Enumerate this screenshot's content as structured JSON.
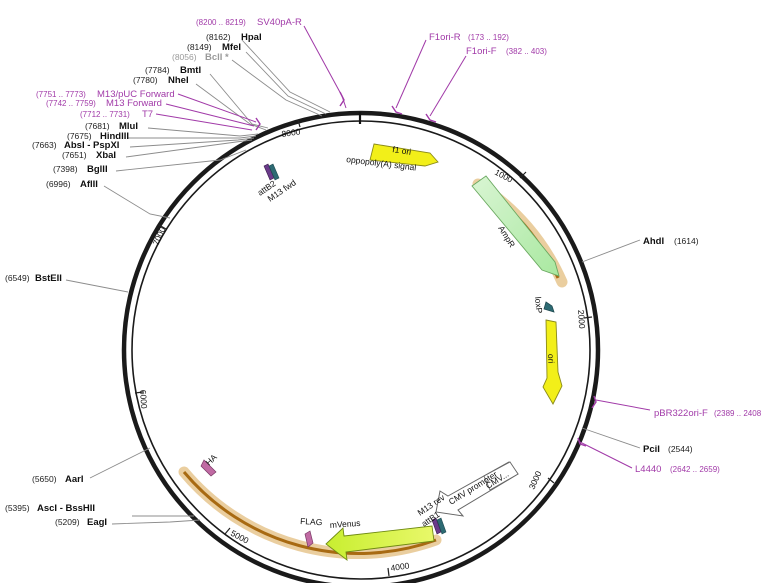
{
  "plasmid": {
    "backbone_color": "#1a1a1a",
    "enzyme_line_color": "#8c8c8c",
    "primer_color": "#a13aa8"
  },
  "ticks": [
    {
      "label": "1000",
      "bp": 1000
    },
    {
      "label": "2000",
      "bp": 2000
    },
    {
      "label": "3000",
      "bp": 3000
    },
    {
      "label": "4000",
      "bp": 4000
    },
    {
      "label": "5000",
      "bp": 5000
    },
    {
      "label": "6000",
      "bp": 6000
    },
    {
      "label": "7000",
      "bp": 7000
    },
    {
      "label": "8000",
      "bp": 8000
    }
  ],
  "enzymes": [
    {
      "name": "HpaI",
      "pos": "(8162)"
    },
    {
      "name": "MfeI",
      "pos": "(8149)"
    },
    {
      "name": "BclI *",
      "pos": "(8056)",
      "faded": true
    },
    {
      "name": "BmtI",
      "pos": "(7784)"
    },
    {
      "name": "NheI",
      "pos": "(7780)"
    },
    {
      "name": "MluI",
      "pos": "(7681)"
    },
    {
      "name": "HindIII",
      "pos": "(7675)"
    },
    {
      "name": "AbsI  -  PspXI",
      "pos": "(7663)"
    },
    {
      "name": "XbaI",
      "pos": "(7651)"
    },
    {
      "name": "BglII",
      "pos": "(7398)"
    },
    {
      "name": "AflII",
      "pos": "(6996)"
    },
    {
      "name": "BstEII",
      "pos": "(6549)"
    },
    {
      "name": "AarI",
      "pos": "(5650)"
    },
    {
      "name": "AscI  -  BssHII",
      "pos": "(5395)"
    },
    {
      "name": "EagI",
      "pos": "(5209)"
    },
    {
      "name": "AhdI",
      "pos": "(1614)"
    },
    {
      "name": "PciI",
      "pos": "(2544)"
    }
  ],
  "primers": [
    {
      "name": "SV40pA-R",
      "pos": "(8200 .. 8219)"
    },
    {
      "name": "M13/pUC Forward",
      "pos": "(7751 .. 7773)"
    },
    {
      "name": "M13 Forward",
      "pos": "(7742 .. 7759)"
    },
    {
      "name": "T7",
      "pos": "(7712 .. 7731)"
    },
    {
      "name": "F1ori-R",
      "pos": "(173 .. 192)"
    },
    {
      "name": "F1ori-F",
      "pos": "(382 .. 403)"
    },
    {
      "name": "pBR322ori-F",
      "pos": "(2389 .. 2408"
    },
    {
      "name": "L4440",
      "pos": "(2642 .. 2659)"
    }
  ],
  "features": [
    {
      "name": "f1 ori"
    },
    {
      "name": "AmpR"
    },
    {
      "name": "loxP"
    },
    {
      "name": "ori"
    },
    {
      "name": "CMV promoter"
    },
    {
      "name": "CMV..."
    },
    {
      "name": "M13 rev"
    },
    {
      "name": "attB1"
    },
    {
      "name": "mVenus"
    },
    {
      "name": "FLAG"
    },
    {
      "name": "HA"
    },
    {
      "name": "attB2"
    },
    {
      "name": "M13 fwd"
    },
    {
      "name": "oppopoly(A) signal"
    }
  ]
}
